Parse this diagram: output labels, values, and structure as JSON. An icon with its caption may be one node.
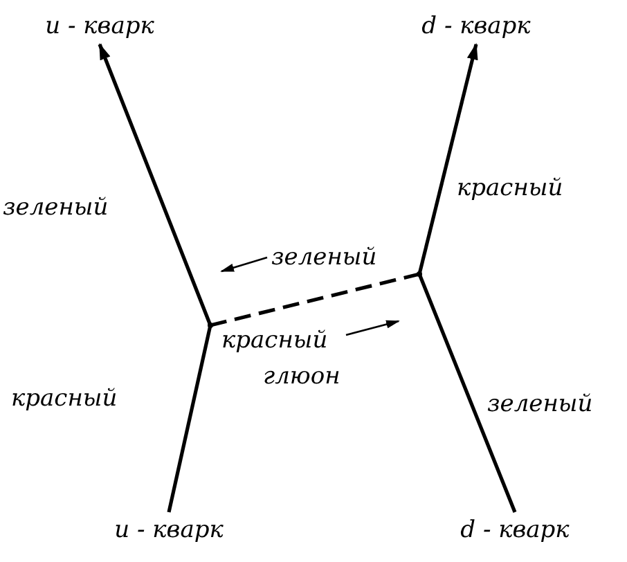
{
  "diagram": {
    "nodes": [
      {
        "text": [
          "u - кварк"
        ]
      },
      {
        "text": [
          "d - кварк"
        ]
      },
      {
        "text": [],
        "shape": "point"
      },
      {
        "text": [],
        "shape": "point"
      },
      {
        "text": [
          "u - кварк"
        ]
      },
      {
        "text": [
          "d - кварк"
        ]
      }
    ],
    "edges": [
      {
        "from": 4,
        "to": 2,
        "arrow": "none",
        "label": "красный"
      },
      {
        "from": 2,
        "to": 0,
        "arrow": "to",
        "label": "зеленый"
      },
      {
        "from": 2,
        "to": 3,
        "arrow": "none",
        "style": "dashed",
        "label": "глюон"
      },
      {
        "from": 5,
        "to": 3,
        "arrow": "none",
        "label": "зеленый"
      },
      {
        "from": 3,
        "to": 1,
        "arrow": "to",
        "label": "красный"
      }
    ],
    "labels": [
      "зеленый",
      "красный"
    ]
  }
}
